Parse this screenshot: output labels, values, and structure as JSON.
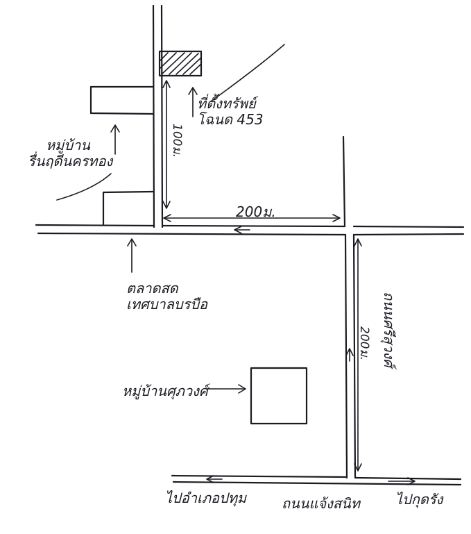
{
  "map": {
    "destination": {
      "line1": "ที่ตั้งทรัพย์",
      "line2": "โฉนด 453"
    },
    "village_left": {
      "line1": "หมู่บ้าน",
      "line2": "รื่นฤดีนครทอง"
    },
    "market": {
      "line1": "ตลาดสด",
      "line2": "เทศบาลบรบือ"
    },
    "village_center": {
      "label": "หมู่บ้านศุภวงศ์"
    },
    "road_right": {
      "label": "ถนนศรีสุวงศ์"
    },
    "road_bottom": {
      "label": "ถนนแจ้งสนิท"
    },
    "to_left": {
      "label": "ไปอำเภอปทุม"
    },
    "to_right": {
      "label": "ไปกุดรัง"
    },
    "distance_top": {
      "label": "100ม."
    },
    "distance_horizontal": {
      "label": "200ม."
    },
    "distance_right": {
      "label": "200ม."
    }
  }
}
